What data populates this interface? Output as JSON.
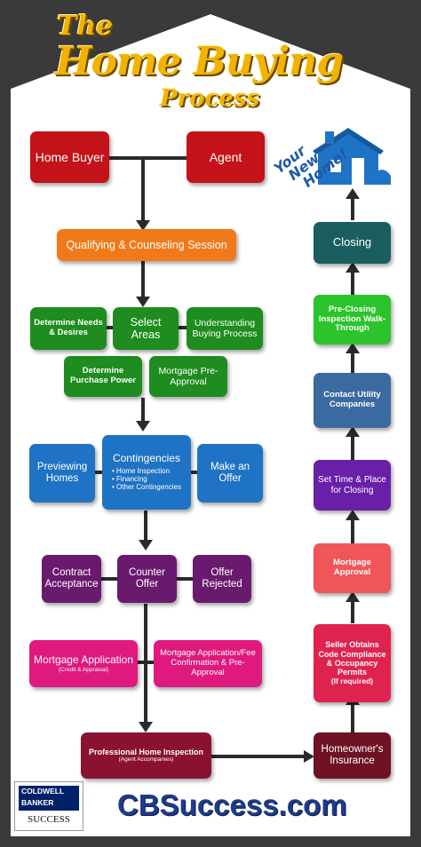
{
  "title": {
    "line1": "The",
    "line2": "Home Buying",
    "line3": "Process"
  },
  "boxes": {
    "home_buyer": "Home Buyer",
    "agent": "Agent",
    "qualifying": "Qualifying & Counseling Session",
    "determine_needs": "Determine Needs & Desires",
    "select_areas": "Select Areas",
    "understanding": "Understanding Buying Process",
    "determine_purchase": "Determine Purchase Power",
    "mortgage_preapproval": "Mortgage Pre-Approval",
    "previewing": "Previewing Homes",
    "contingencies": "Contingencies",
    "contingency_items": [
      "Home Inspection",
      "Financing",
      "Other Contingencies"
    ],
    "make_offer": "Make an Offer",
    "contract_acceptance": "Contract Acceptance",
    "counter_offer": "Counter Offer",
    "offer_rejected": "Offer Rejected",
    "mortgage_application": "Mortgage Application",
    "mortgage_application_note": "(Credit & Appraisal)",
    "mortgage_app_fee": "Mortgage Application/Fee Confirmation & Pre-Approval",
    "professional_inspection": "Professional Home Inspection",
    "professional_inspection_note": "(Agent Accompanies)",
    "homeowners_insurance": "Homeowner's Insurance",
    "seller_obtains": "Seller Obtains Code Compliance & Occupancy Permits",
    "seller_obtains_note": "(If required)",
    "mortgage_approval": "Mortgage Approval",
    "set_time": "Set Time & Place for Closing",
    "contact_utility": "Contact Utility Companies",
    "pre_closing": "Pre-Closing Inspection Walk-Through",
    "closing": "Closing"
  },
  "your_new_home": [
    "Your",
    "New",
    "Home!"
  ],
  "logo": {
    "line1": "COLDWELL",
    "line2": "BANKER",
    "line3": "SUCCESS"
  },
  "website": "CBSuccess.com",
  "colors": {
    "red": "#c4121a",
    "orange": "#f07a1a",
    "green": "#1e8c1e",
    "blue": "#1f73c4",
    "purple": "#6a1a6e",
    "pink": "#e0197f",
    "maroon": "#8a1230",
    "dark_maroon": "#6e1224",
    "lightgreen": "#2bc42b",
    "steelblue": "#3a6aa0",
    "violet": "#6a1fa8",
    "salmon": "#f0555a",
    "crimson": "#e0224e",
    "teal": "#1a5e60",
    "title": "#f2b300"
  }
}
